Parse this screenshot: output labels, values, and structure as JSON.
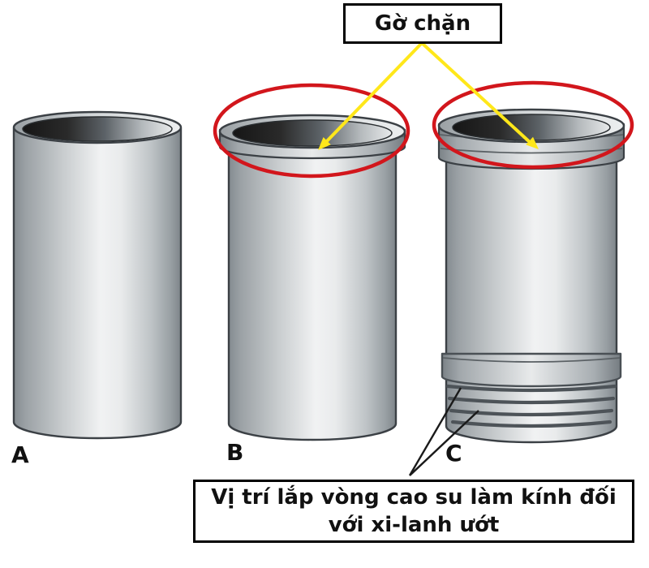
{
  "title": "Cylinder liner comparison diagram",
  "callouts": {
    "top_label": "Gờ chặn",
    "bottom_label_line1": "Vị trí lắp vòng cao su làm kính đối",
    "bottom_label_line2": "với xi-lanh ướt"
  },
  "cylinders": {
    "a": {
      "label": "A",
      "features": "plain dry liner"
    },
    "b": {
      "label": "B",
      "features": "liner with top stop ridge (flange)"
    },
    "c": {
      "label": "C",
      "features": "wet liner with top stop ridge and bottom rubber-seal grooves"
    }
  },
  "colors": {
    "highlight_ellipse": "#d2161c",
    "arrow_yellow": "#ffe71a",
    "leader_line": "#1a1a1a",
    "outline": "#3b4045",
    "metal_highlight": "#f1f2f3",
    "metal_dark": "#7e858a",
    "opening_dark": "#161616",
    "box_border": "#000000",
    "background": "#ffffff"
  }
}
